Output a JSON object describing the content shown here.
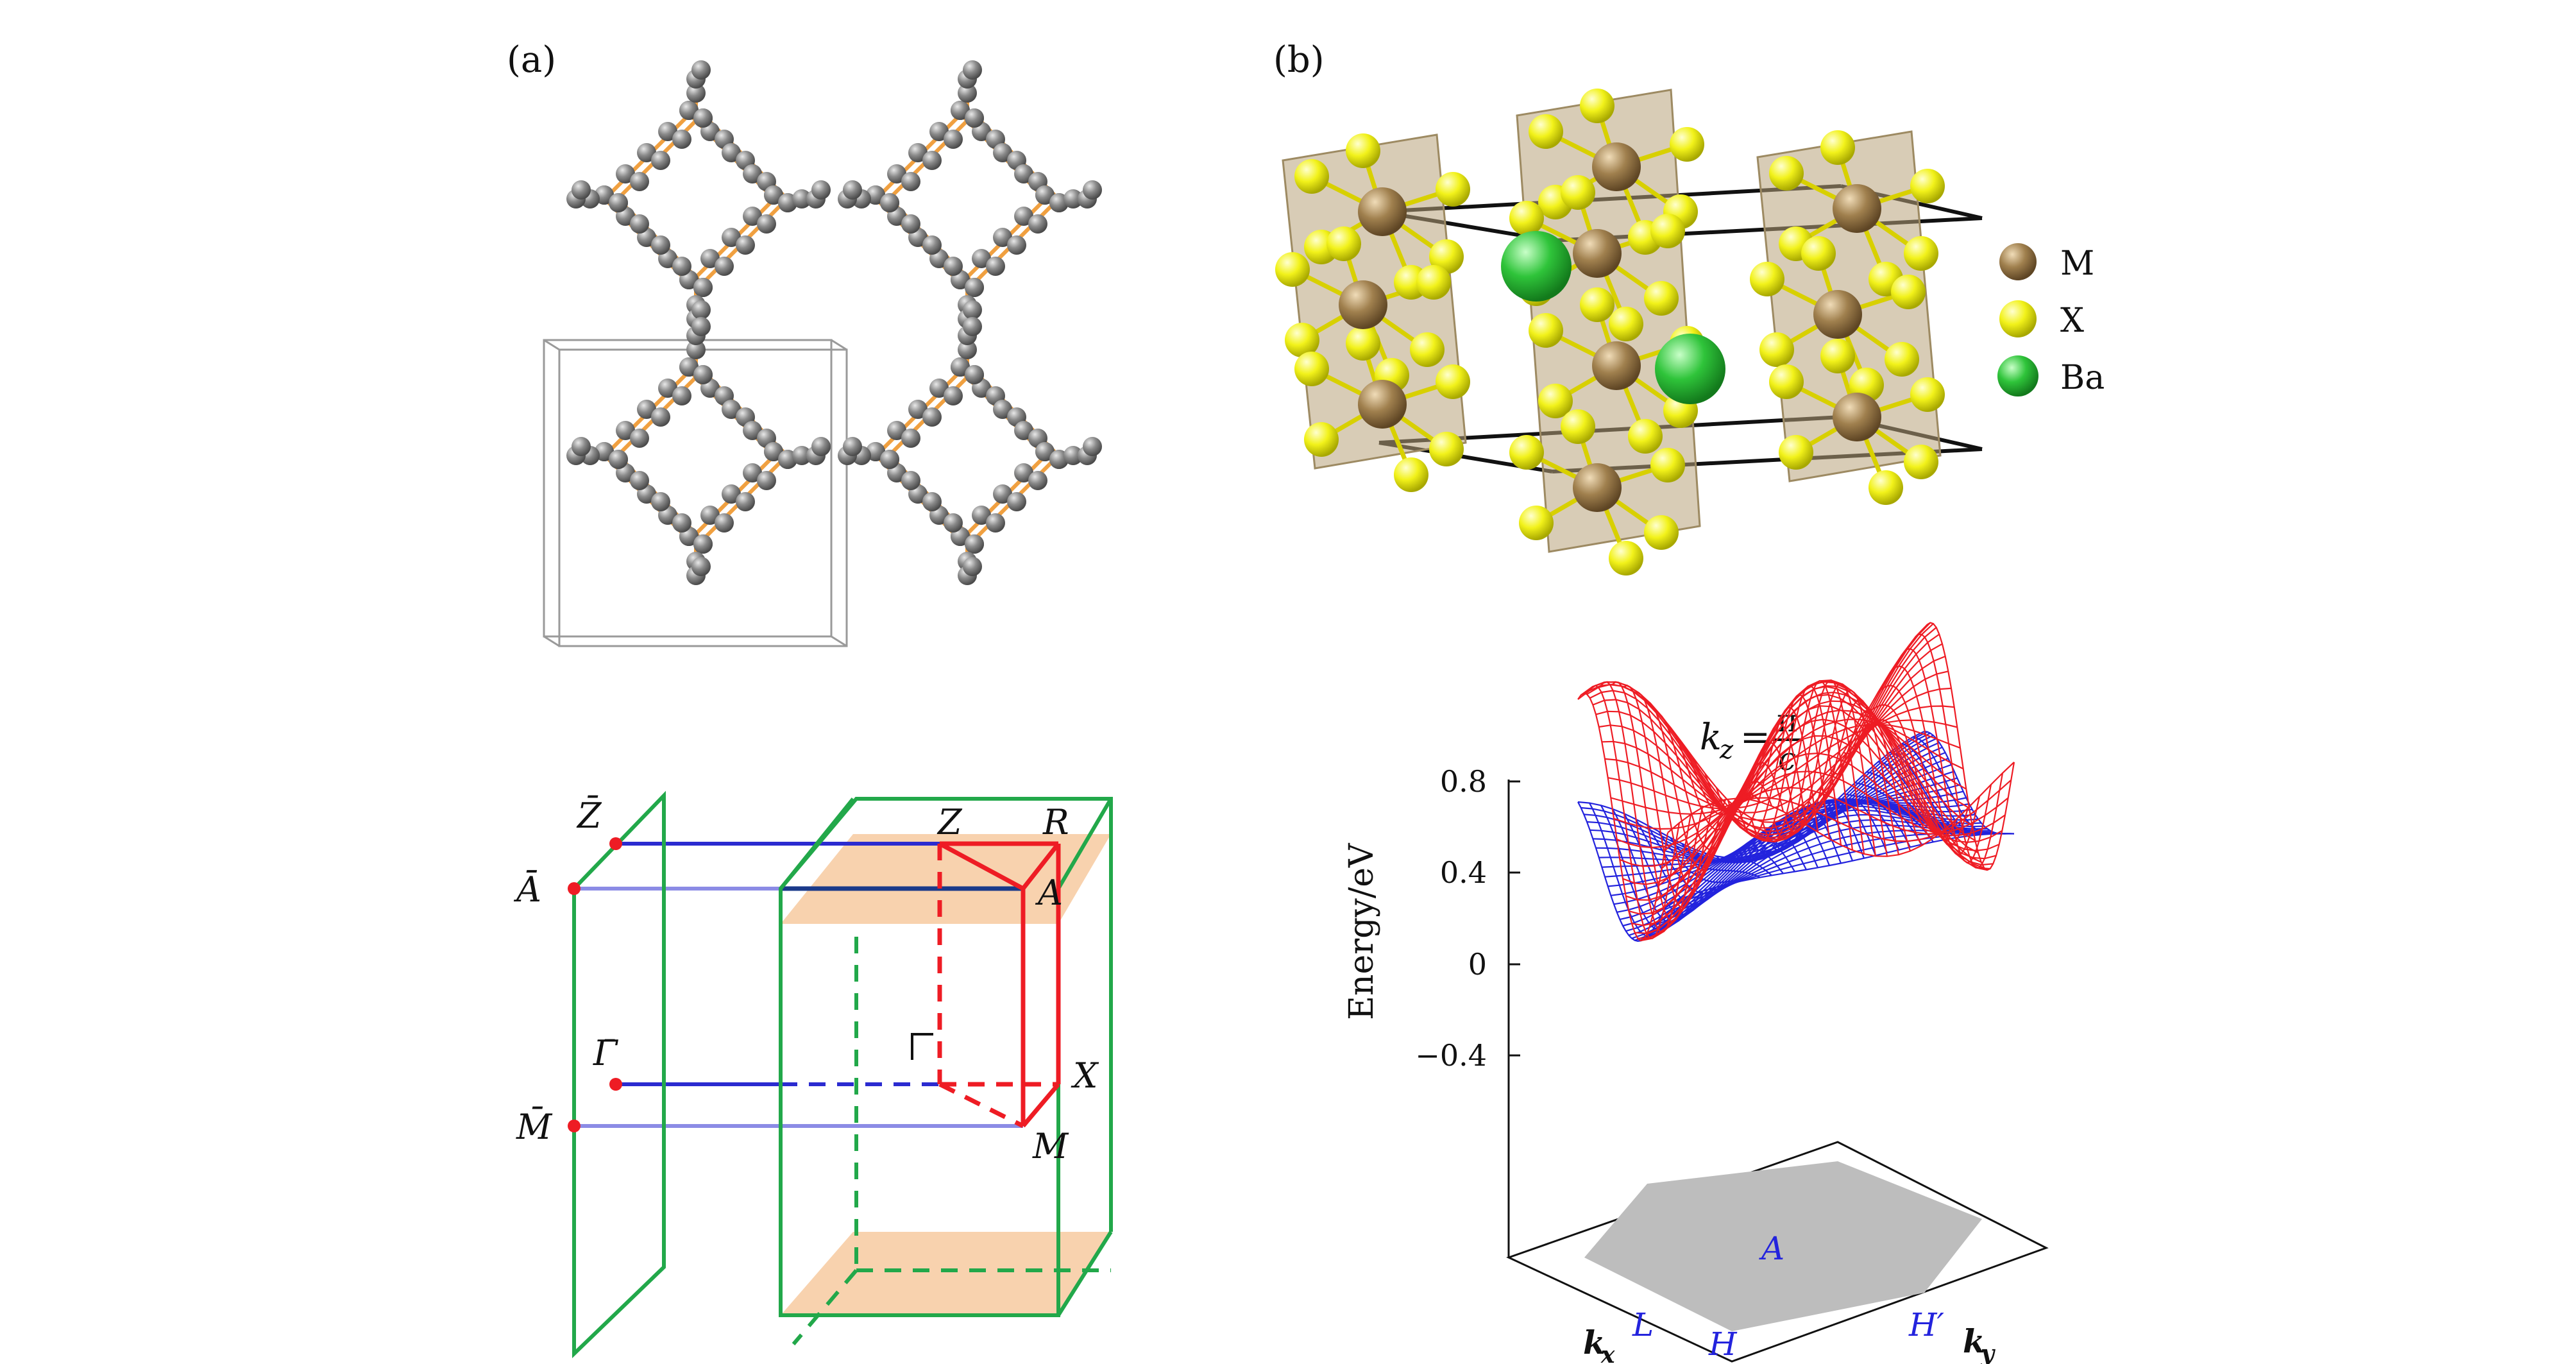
{
  "panel_a": {
    "label": "(a)"
  },
  "panel_b": {
    "label": "(b)",
    "legend": [
      {
        "label": "M",
        "color": "#9c7d4f"
      },
      {
        "label": "X",
        "color": "#ecec1a"
      },
      {
        "label": "Ba",
        "color": "#2fbf3a"
      }
    ]
  },
  "panel_c": {
    "points": {
      "z": "Z",
      "r": "R",
      "a": "A",
      "x": "X",
      "m": "M",
      "z_bar": "Z̄",
      "a_bar": "Ā",
      "gamma_bar": "Γ̄",
      "m_bar": "M̄"
    },
    "colors": {
      "green": "#22a84a",
      "red": "#ee1c24",
      "blue": "#2b2bd0",
      "plane": "#f7caa0"
    }
  },
  "panel_d": {
    "title": {
      "k": "k",
      "sub": "z",
      "eq": "=",
      "num": "π",
      "den": "c"
    },
    "ylabel": "Energy/eV",
    "yticks": [
      "0.8",
      "0.4",
      "0",
      "−0.4"
    ],
    "base_labels": {
      "a": "A",
      "l": "L",
      "h": "H",
      "h_prime": "H′"
    },
    "axis_labels": {
      "kx_k": "k",
      "kx_sub": "x",
      "ky_k": "k",
      "ky_sub": "y"
    },
    "colors": {
      "upper_band": "#ee1c24",
      "lower_band": "#2323dd",
      "bz": "#bdbdbd"
    }
  }
}
